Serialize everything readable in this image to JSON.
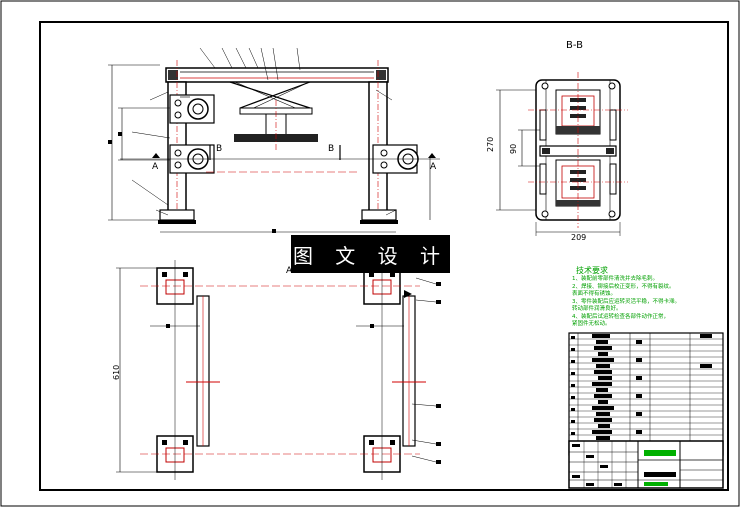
{
  "section_label": "B-B",
  "watermark_text": "图 文 设 计",
  "section_markers": {
    "a_left": "A",
    "a_right": "A",
    "a_mid": "A",
    "b_left": "B",
    "b_right": "B"
  },
  "dimensions": {
    "height_270": "270",
    "pitch_90": "90",
    "width_209": "209",
    "length_610": "610"
  },
  "tech_requirements": {
    "title": "技术要求",
    "lines": [
      "1、装配前零部件清洗并去除毛刺。",
      "2、焊接、铆接后校正变形，不得有裂纹。",
      "   表面不得有锈蚀。",
      "3、零件装配后应运转灵活平稳，不得卡滞。",
      "   转动部件润滑良好。",
      "4、装配后试运转检查各部件动作正常，",
      "   紧固件无松动。"
    ]
  },
  "colors": {
    "line": "#000000",
    "center_line": "#d00000",
    "hatch": "#c00000",
    "tech_text": "#00a000",
    "title_block_green": "#00b000",
    "part_dark": "#202020"
  }
}
